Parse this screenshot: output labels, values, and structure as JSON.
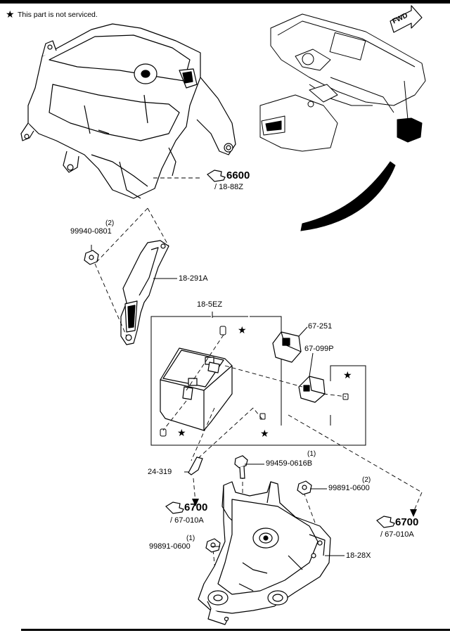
{
  "note": {
    "icon": "star-icon",
    "text": "This part is not serviced."
  },
  "fwd_label": "FWD",
  "callouts": {
    "ref_6600": {
      "number": "6600",
      "sub": "/ 18-88Z"
    },
    "ref_6700_left": {
      "number": "6700",
      "sub": "/ 67-010A"
    },
    "ref_6700_right": {
      "number": "6700",
      "sub": "/ 67-010A"
    }
  },
  "parts": {
    "p_99940": {
      "label": "99940-0801",
      "qty": "(2)"
    },
    "p_18291A": {
      "label": "18-291A"
    },
    "p_185EZ": {
      "label": "18-5EZ"
    },
    "p_67251": {
      "label": "67-251"
    },
    "p_67099P": {
      "label": "67-099P"
    },
    "p_24319": {
      "label": "24-319"
    },
    "p_99459": {
      "label": "99459-0616B",
      "qty": "(1)"
    },
    "p_99891_right": {
      "label": "99891-0600",
      "qty": "(2)"
    },
    "p_99891_left": {
      "label": "99891-0600",
      "qty": "(1)"
    },
    "p_1828X": {
      "label": "18-28X"
    }
  },
  "star_symbol": "★"
}
